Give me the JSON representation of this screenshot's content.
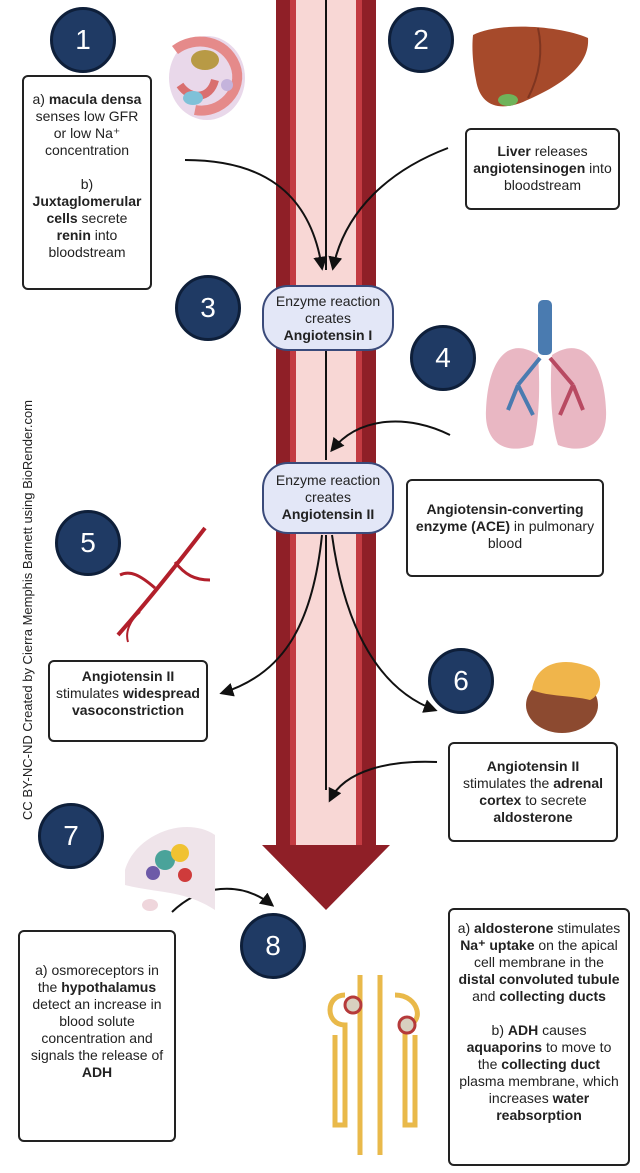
{
  "colors": {
    "vessel_dark": "#8f1f27",
    "vessel_mid": "#c33b42",
    "vessel_light": "#f8d7d5",
    "badge": "#1f3a64",
    "pill_fill": "#e3e7f7",
    "pill_border": "#3a4a7a"
  },
  "steps": [
    "1",
    "2",
    "3",
    "4",
    "5",
    "6",
    "7",
    "8"
  ],
  "box1": {
    "a_prefix": "a) ",
    "a_bold": "macula densa",
    "a_rest": " senses low GFR or low Na⁺ concentration",
    "b_prefix": "b) ",
    "b_bold1": "Juxtaglomerular cells",
    "b_mid": " secrete ",
    "b_bold2": "renin",
    "b_rest": " into bloodstream"
  },
  "box2": {
    "bold1": "Liver",
    "mid": " releases ",
    "bold2": "angiotensinogen",
    "rest": " into bloodstream"
  },
  "pill1": {
    "line1": "Enzyme reaction creates",
    "bold": "Angiotensin I"
  },
  "pill2": {
    "line1": "Enzyme reaction creates",
    "bold": "Angiotensin II"
  },
  "box4": {
    "bold": "Angiotensin-converting enzyme (ACE)",
    "rest": " in pulmonary blood"
  },
  "box5": {
    "bold1": "Angiotensin II",
    "mid": " stimulates ",
    "bold2": "widespread vasoconstriction"
  },
  "box6": {
    "bold1": "Angiotensin II",
    "mid1": " stimulates the ",
    "bold2": "adrenal cortex",
    "mid2": " to secrete ",
    "bold3": "aldosterone"
  },
  "box7": {
    "prefix": "a) osmoreceptors in the ",
    "bold1": "hypothalamus",
    "mid": " detect an increase in blood solute concentration and signals the release of ",
    "bold2": "ADH"
  },
  "box8": {
    "a_prefix": "a) ",
    "a_bold1": "aldosterone",
    "a_mid1": " stimulates ",
    "a_bold2": "Na⁺ uptake",
    "a_mid2": " on the apical cell membrane in the ",
    "a_bold3": "distal convoluted tubule",
    "a_mid3": " and ",
    "a_bold4": "collecting ducts",
    "b_prefix": "b) ",
    "b_bold1": "ADH",
    "b_mid1": " causes ",
    "b_bold2": "aquaporins",
    "b_mid2": " to move to the ",
    "b_bold3": "collecting duct",
    "b_mid3": " plasma membrane, which increases ",
    "b_bold4": "water reabsorption"
  },
  "credit": "CC BY-NC-ND Created by Cierra Memphis Barnett using BioRender.com",
  "illustrations": [
    "kidney-tissue-icon",
    "liver-icon",
    "lungs-icon",
    "blood-vessels-icon",
    "adrenal-gland-icon",
    "brain-hypothalamus-icon",
    "nephron-icon"
  ]
}
